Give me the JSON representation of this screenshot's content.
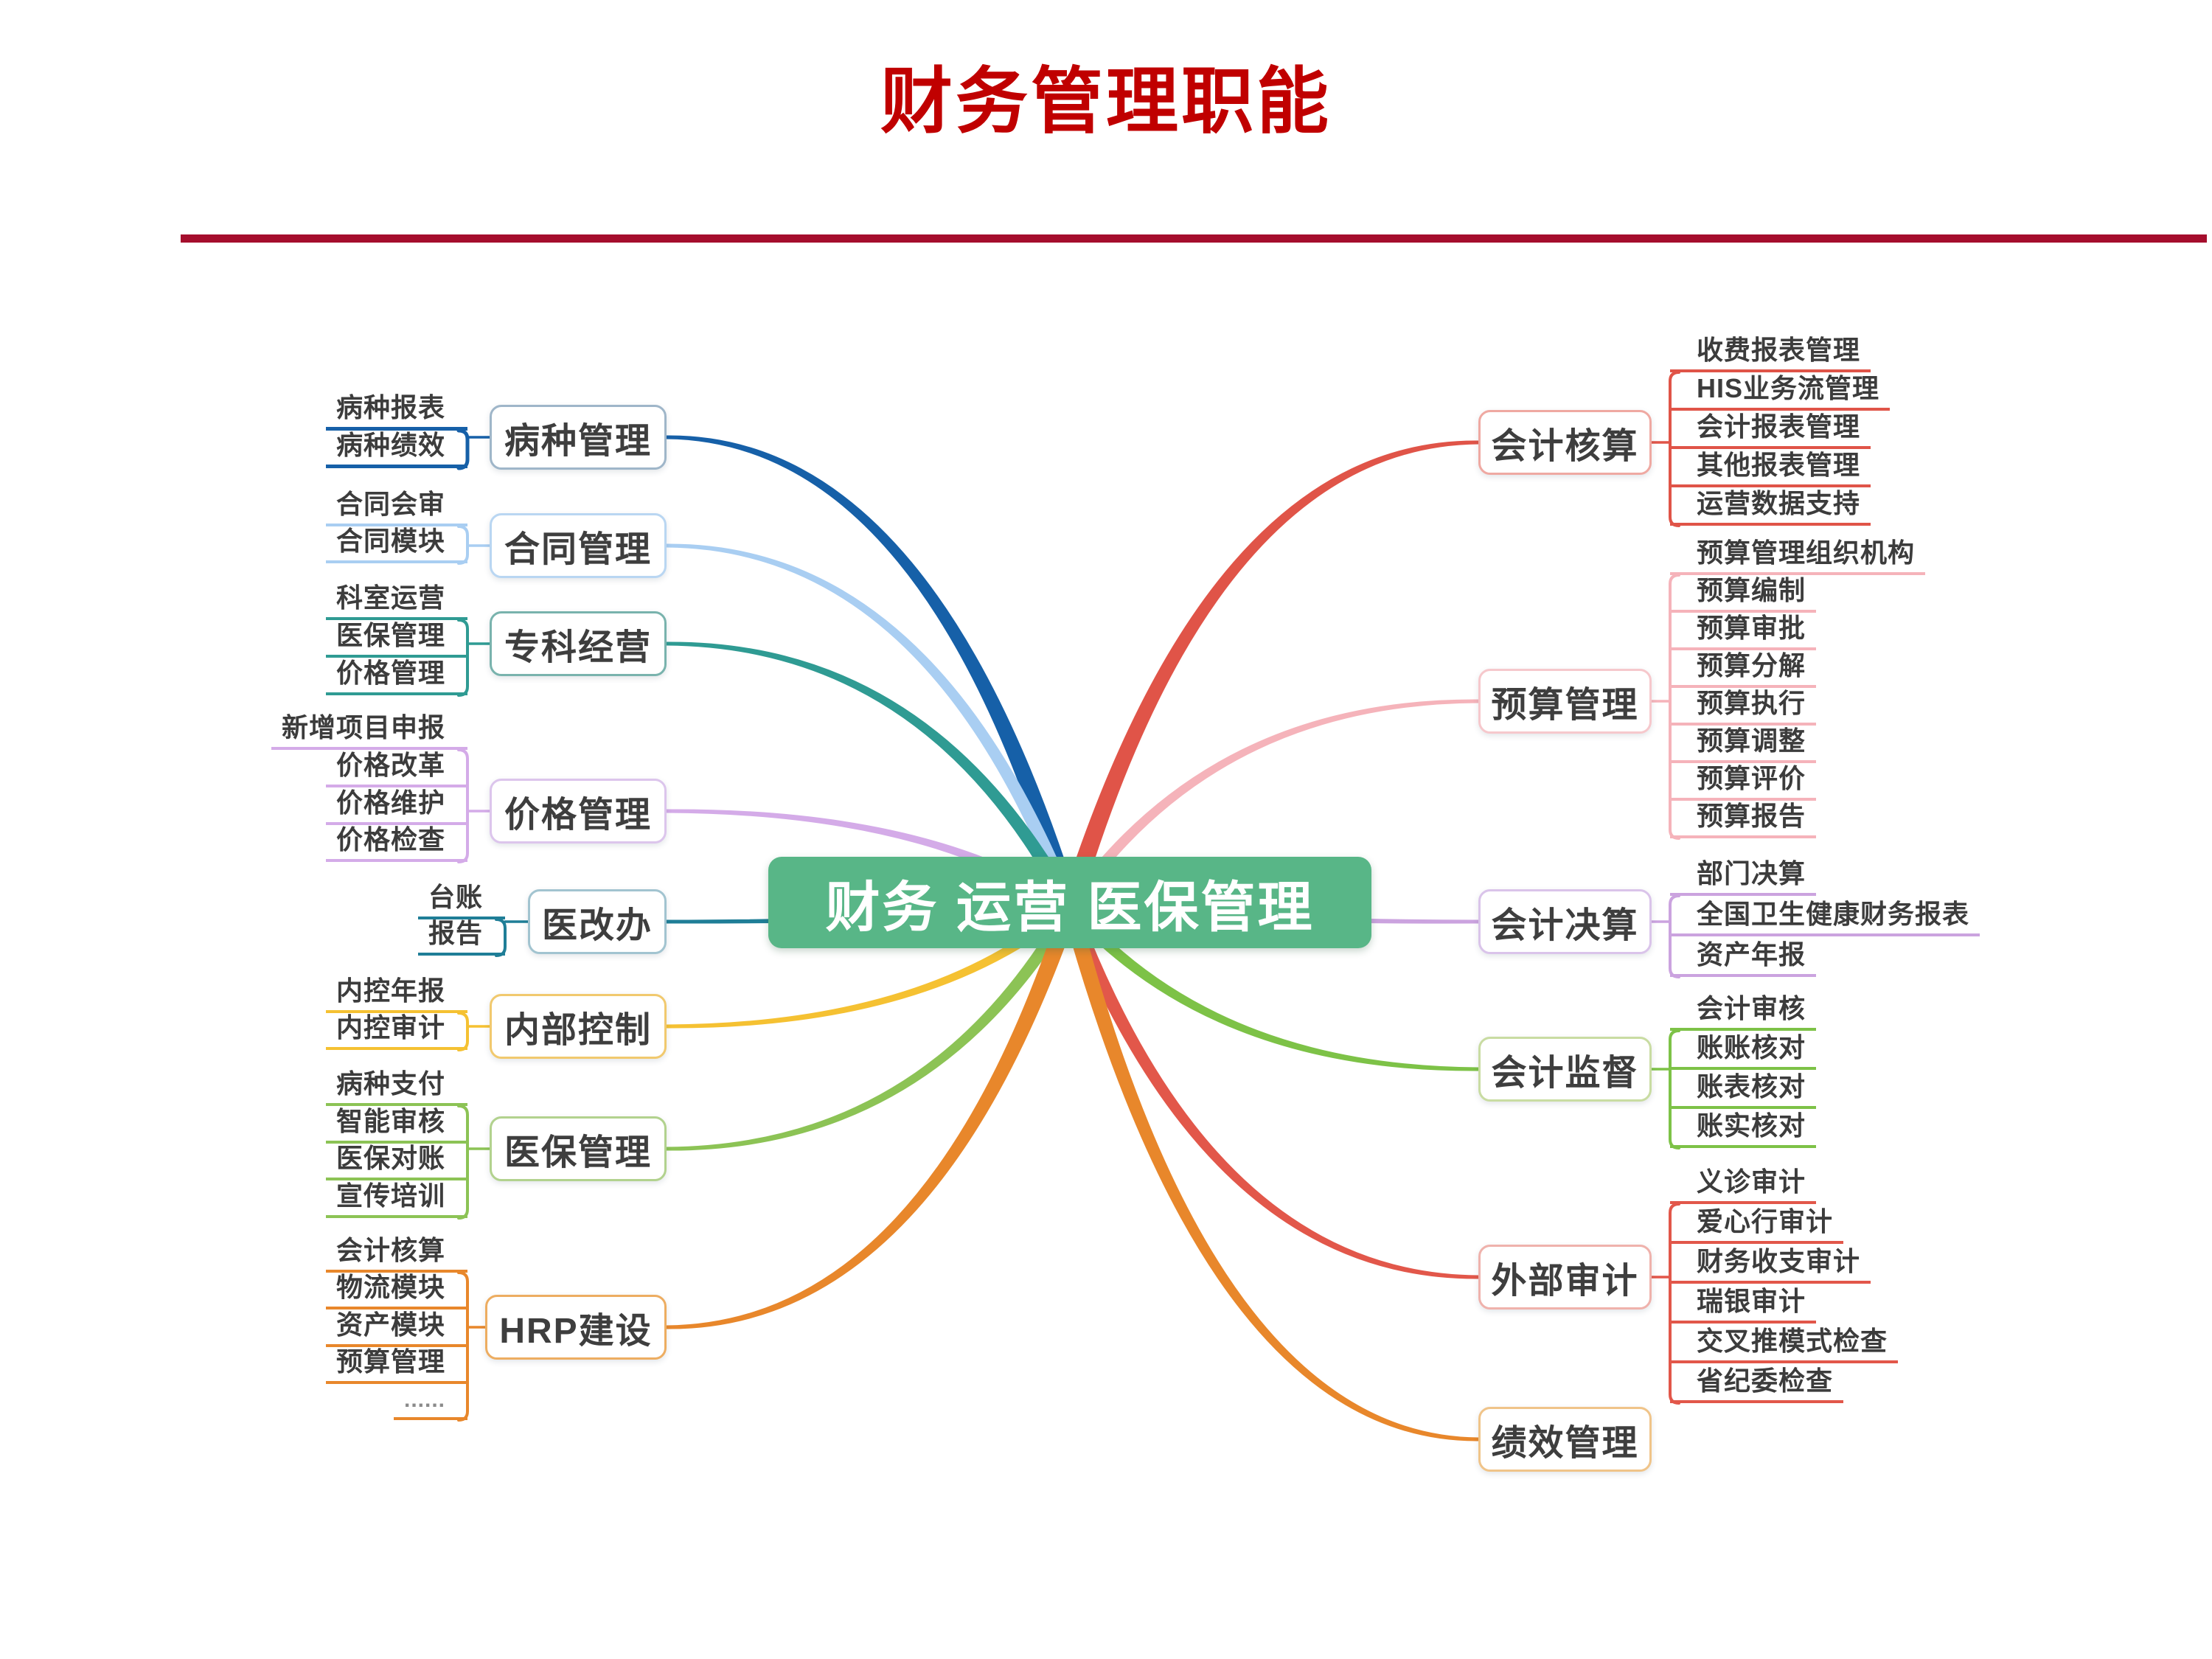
{
  "title": "财务管理职能",
  "center": {
    "label": "财务 运营 医保管理",
    "color": "#58B687"
  },
  "accents": {
    "title_color": "#C00000",
    "rule_color": "#A50E2D"
  },
  "left_branches": [
    {
      "label": "病种管理",
      "line_color": "#1660A8",
      "border_color": "#9FB6C9",
      "children": [
        "病种报表",
        "病种绩效"
      ]
    },
    {
      "label": "合同管理",
      "line_color": "#A9CEF2",
      "border_color": "#B9D6F2",
      "children": [
        "合同会审",
        "合同模块"
      ]
    },
    {
      "label": "专科经营",
      "line_color": "#2F9B93",
      "border_color": "#79B3AD",
      "children": [
        "科室运营",
        "医保管理",
        "价格管理"
      ]
    },
    {
      "label": "价格管理",
      "line_color": "#D4ABE8",
      "border_color": "#DCC5EC",
      "children": [
        "新增项目申报",
        "价格改革",
        "价格维护",
        "价格检查"
      ]
    },
    {
      "label": "医改办",
      "line_color": "#1F7E97",
      "border_color": "#A2C4D0",
      "children": [
        "台账",
        "报告"
      ]
    },
    {
      "label": "内部控制",
      "line_color": "#F5C132",
      "border_color": "#F1C96E",
      "children": [
        "内控年报",
        "内控审计"
      ]
    },
    {
      "label": "医保管理",
      "line_color": "#8CC355",
      "border_color": "#B2D28E",
      "children": [
        "病种支付",
        "智能审核",
        "医保对账",
        "宣传培训"
      ]
    },
    {
      "label": "HRP建设",
      "line_color": "#E8872B",
      "border_color": "#EDAD61",
      "children": [
        "会计核算",
        "物流模块",
        "资产模块",
        "预算管理",
        "......"
      ]
    }
  ],
  "right_branches": [
    {
      "label": "会计核算",
      "line_color": "#E05448",
      "border_color": "#EFA9A2",
      "children": [
        "收费报表管理",
        "HIS业务流管理",
        "会计报表管理",
        "其他报表管理",
        "运营数据支持"
      ]
    },
    {
      "label": "预算管理",
      "line_color": "#F5B3BA",
      "border_color": "#F6C8CC",
      "children": [
        "预算管理组织机构",
        "预算编制",
        "预算审批",
        "预算分解",
        "预算执行",
        "预算调整",
        "预算评价",
        "预算报告"
      ]
    },
    {
      "label": "会计决算",
      "line_color": "#CBA3DF",
      "border_color": "#DAC4EA",
      "children": [
        "部门决算",
        "全国卫生健康财务报表",
        "资产年报"
      ]
    },
    {
      "label": "会计监督",
      "line_color": "#7DC247",
      "border_color": "#C9DCA2",
      "children": [
        "会计审核",
        "账账核对",
        "账表核对",
        "账实核对"
      ]
    },
    {
      "label": "外部审计",
      "line_color": "#E2574A",
      "border_color": "#EFB2AC",
      "children": [
        "义诊审计",
        "爱心行审计",
        "财务收支审计",
        "瑞银审计",
        "交叉推模式检查",
        "省纪委检查"
      ]
    },
    {
      "label": "绩效管理",
      "line_color": "#E8872B",
      "border_color": "#F0C489",
      "children": []
    }
  ]
}
